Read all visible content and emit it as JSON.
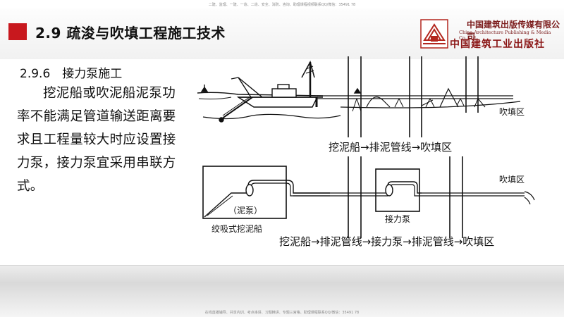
{
  "top_note": "二建、监理、一建、一造、二造、安全、消防、咨询、助理课程视频联系QQ/微信：35491 78",
  "bottom_note": "在线直播辅导、共享内训、考点串讲、习题精讲、专题三宫格、助理课程联系QQ/微信：35491 78",
  "header": {
    "title": "2.9 疏浚与吹填工程施工技术",
    "publisher_cn": "中国建筑出版传媒有限公司",
    "publisher_en": "China Architecture Publishing & Media Co.,Ltd",
    "publisher_calligraphy": "中国建筑工业出版社"
  },
  "section": {
    "heading": "2.9.6　接力泵施工",
    "body": "挖泥船或吹泥船泥泵功率不能满足管道输送距离要求且工程量较大时应设置接力泵，接力泵宜采用串联方式。"
  },
  "diagram": {
    "fill_area_label_top": "吹填区",
    "caption_top": "挖泥船→排泥管线→吹填区",
    "fill_area_label_bottom": "吹填区",
    "mud_pump_label": "（泥泵）",
    "booster_pump_label": "接力泵",
    "dredger_label": "绞吸式挖泥船",
    "caption_bottom": "挖泥船→排泥管线→接力泵→排泥管线→吹填区"
  }
}
